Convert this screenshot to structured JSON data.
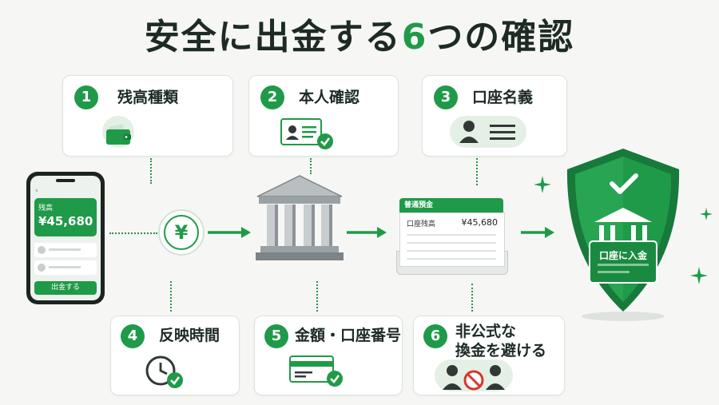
{
  "title": {
    "main": "安全に出金する",
    "number": "6",
    "suffix": "つの確認"
  },
  "cards": [
    {
      "num": "1",
      "line1": "残高種類",
      "line2": "",
      "icon": "wallet-icon"
    },
    {
      "num": "2",
      "line1": "本人確認",
      "line2": "",
      "icon": "id-card-check-icon"
    },
    {
      "num": "3",
      "line1": "口座名義",
      "line2": "",
      "icon": "account-holder-icon"
    },
    {
      "num": "4",
      "line1": "反映時間",
      "line2": "",
      "icon": "clock-check-icon"
    },
    {
      "num": "5",
      "line1": "金額・口座番号",
      "line2": "",
      "icon": "credit-card-check-icon"
    },
    {
      "num": "6",
      "line1": "非公式な",
      "line2": "換金を避ける",
      "icon": "no-exchange-icon"
    }
  ],
  "phone": {
    "balance_label": "残高",
    "balance_amount": "¥45,680",
    "withdraw_button": "出金する"
  },
  "yen_symbol": "¥",
  "passbook": {
    "header": "普通預金",
    "row_label": "口座残高",
    "row_value": "¥45,680"
  },
  "shield": {
    "label": "口座に入金"
  },
  "colors": {
    "accent": "#1f9a48",
    "dark_green": "#17793a",
    "background": "#f6f7f5"
  }
}
